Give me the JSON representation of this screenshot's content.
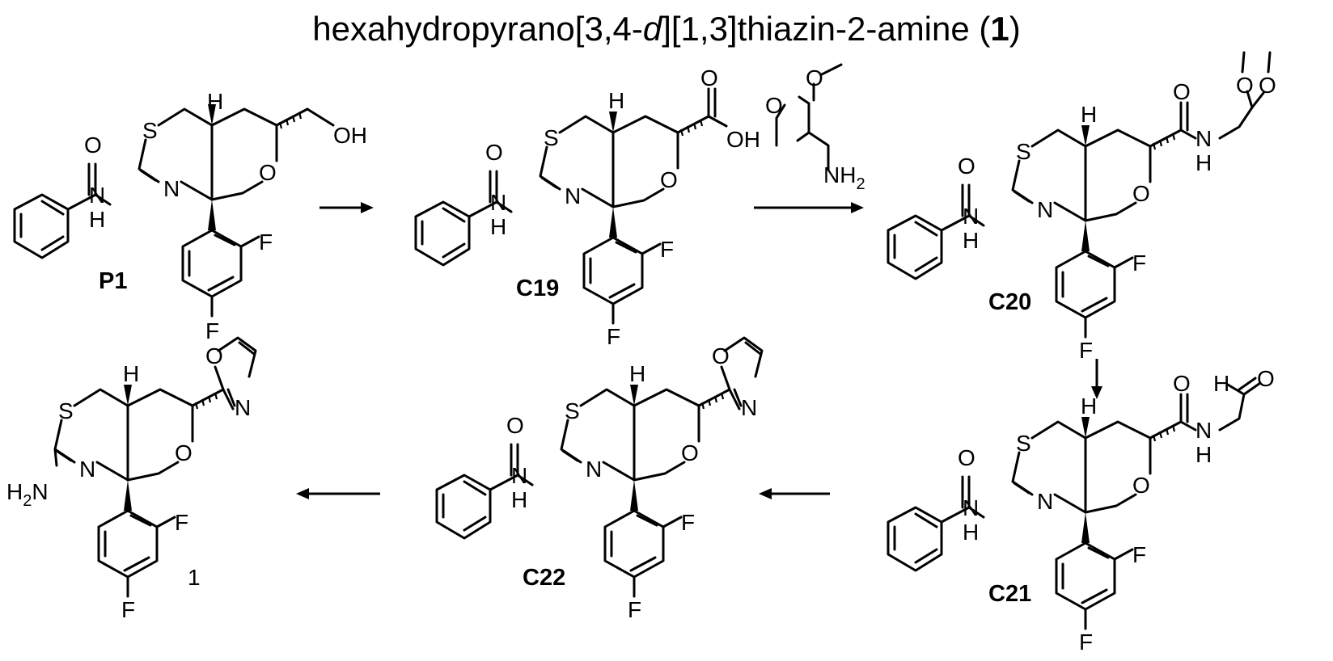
{
  "title": {
    "prefix": "hexahydropyrano[3,4-",
    "italic": "d",
    "suffix": "][1,3]thiazin-2-amine (",
    "bold": "1",
    "close": ")"
  },
  "atoms": {
    "H": "H",
    "S": "S",
    "N": "N",
    "O": "O",
    "F": "F",
    "OH": "OH",
    "NH2_base": "NH",
    "NH2_sub": "2",
    "H2N_h": "H",
    "H2N_sub": "2",
    "H2N_n": "N"
  },
  "compounds": {
    "p1": "P1",
    "c19": "C19",
    "c20": "C20",
    "c21": "C21",
    "c22": "C22",
    "final": "1"
  },
  "colors": {
    "ink": "#000000",
    "background": "#ffffff"
  }
}
